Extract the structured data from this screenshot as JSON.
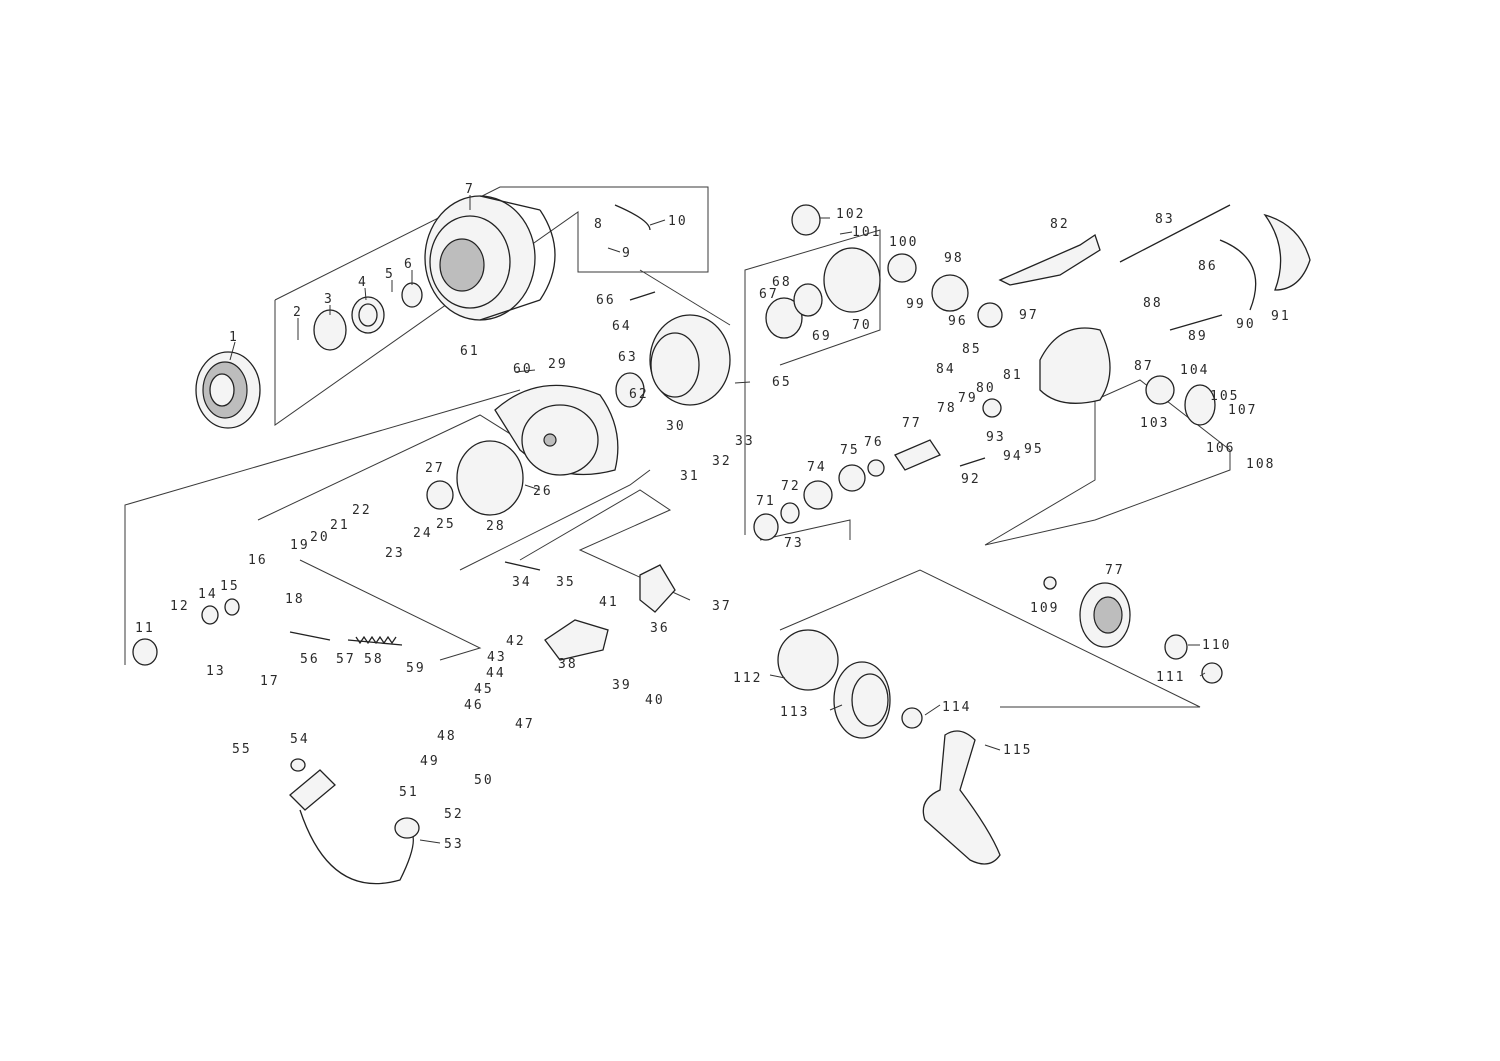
{
  "diagram": {
    "labels": [
      "1",
      "2",
      "3",
      "4",
      "5",
      "6",
      "7",
      "8",
      "9",
      "10",
      "11",
      "12",
      "13",
      "14",
      "15",
      "16",
      "17",
      "18",
      "19",
      "20",
      "21",
      "22",
      "23",
      "24",
      "25",
      "26",
      "27",
      "28",
      "29",
      "30",
      "31",
      "32",
      "33",
      "34",
      "35",
      "36",
      "37",
      "38",
      "39",
      "40",
      "41",
      "42",
      "43",
      "44",
      "45",
      "46",
      "47",
      "48",
      "49",
      "50",
      "51",
      "52",
      "53",
      "54",
      "55",
      "56",
      "57",
      "58",
      "59",
      "60",
      "61",
      "62",
      "63",
      "64",
      "65",
      "66",
      "67",
      "68",
      "69",
      "70",
      "71",
      "72",
      "73",
      "74",
      "75",
      "76",
      "77",
      "77",
      "78",
      "79",
      "80",
      "81",
      "82",
      "83",
      "84",
      "85",
      "86",
      "87",
      "88",
      "89",
      "90",
      "91",
      "92",
      "93",
      "94",
      "95",
      "96",
      "97",
      "98",
      "99",
      "100",
      "101",
      "102",
      "103",
      "104",
      "105",
      "106",
      "107",
      "108",
      "109",
      "110",
      "111",
      "112",
      "113",
      "114",
      "115"
    ]
  }
}
